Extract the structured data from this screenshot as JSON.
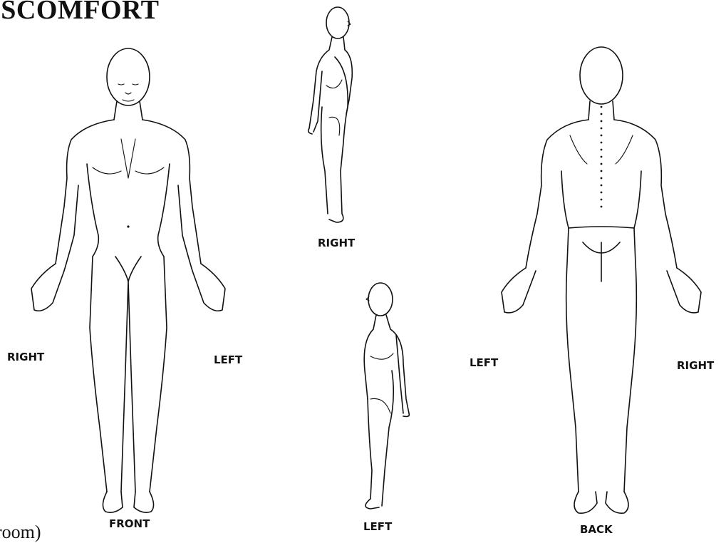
{
  "title": "ISCOMFORT",
  "footer_fragment": "room)",
  "figures": {
    "front": {
      "side_left_label": "RIGHT",
      "side_right_label": "LEFT",
      "caption": "FRONT"
    },
    "profile_right": {
      "caption": "RIGHT"
    },
    "profile_left": {
      "caption": "LEFT"
    },
    "back": {
      "side_left_label": "LEFT",
      "side_right_label": "RIGHT",
      "caption": "BACK"
    }
  }
}
